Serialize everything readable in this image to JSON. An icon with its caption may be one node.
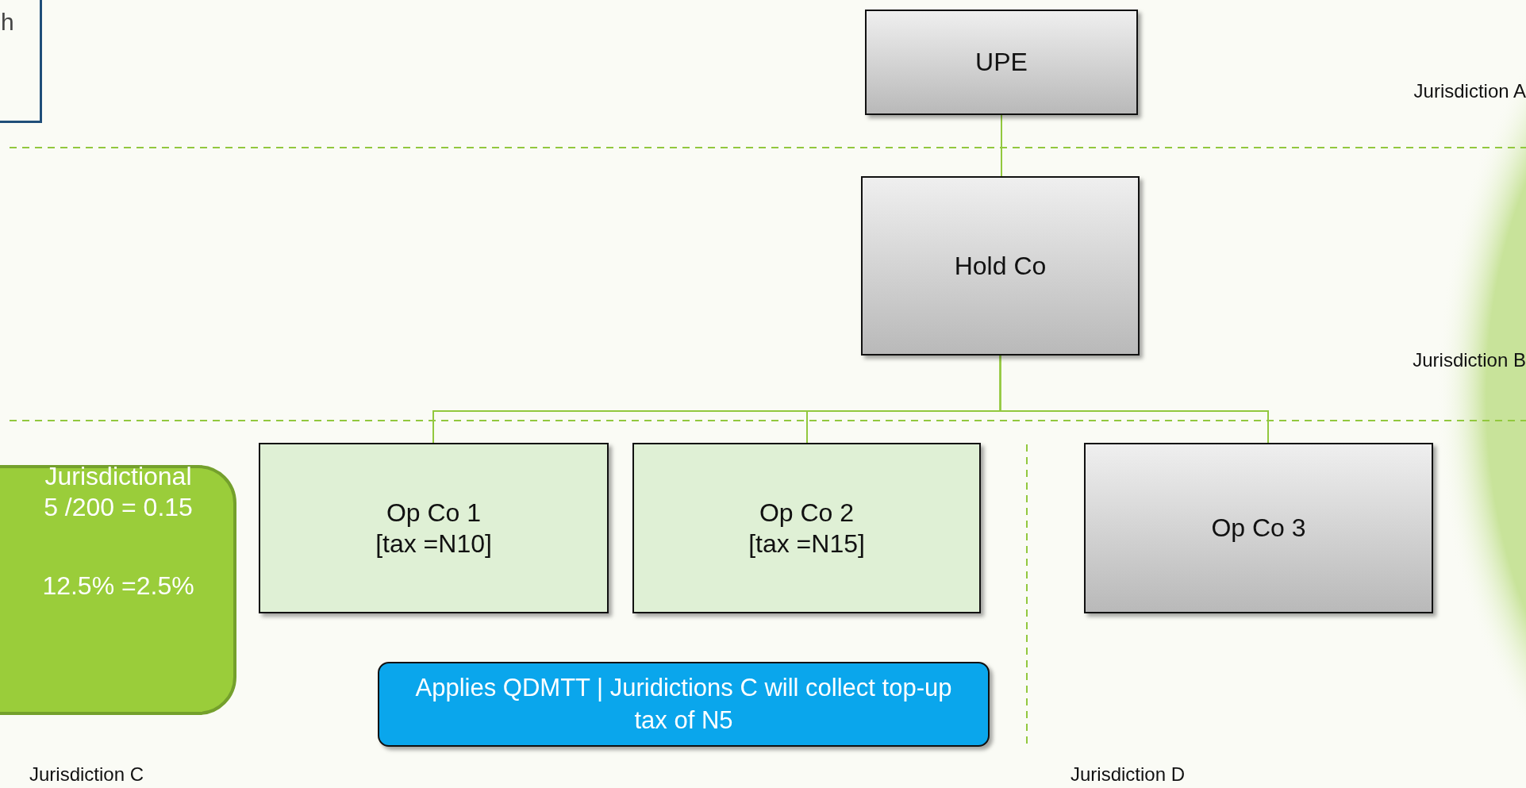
{
  "diagram": {
    "nodes": [
      {
        "text": [
          "h"
        ]
      },
      {
        "text": [
          "UPE"
        ]
      },
      {
        "text": [
          "Hold Co"
        ]
      },
      {
        "text": [
          "Jurisdictional",
          "5 /200 = 0.15",
          "12.5% =2.5%"
        ]
      },
      {
        "text": [
          "Op Co 1",
          "[tax =N10]"
        ]
      },
      {
        "text": [
          "Op Co 2",
          "[tax =N15]"
        ]
      },
      {
        "text": [
          "Op Co 3"
        ]
      },
      {
        "text": [
          "Applies QDMTT |  Juridictions C will collect top-up tax of N5"
        ]
      }
    ],
    "edges": [
      {
        "from": 1,
        "to": 2,
        "arrow": "none"
      },
      {
        "from": 2,
        "to": 4,
        "arrow": "none"
      },
      {
        "from": 2,
        "to": 5,
        "arrow": "none"
      },
      {
        "from": 2,
        "to": 6,
        "arrow": "none"
      }
    ],
    "labels": [
      "Jurisdiction A",
      "Jurisdiction B",
      "Jurisdiction C",
      "Jurisdiction D"
    ]
  }
}
